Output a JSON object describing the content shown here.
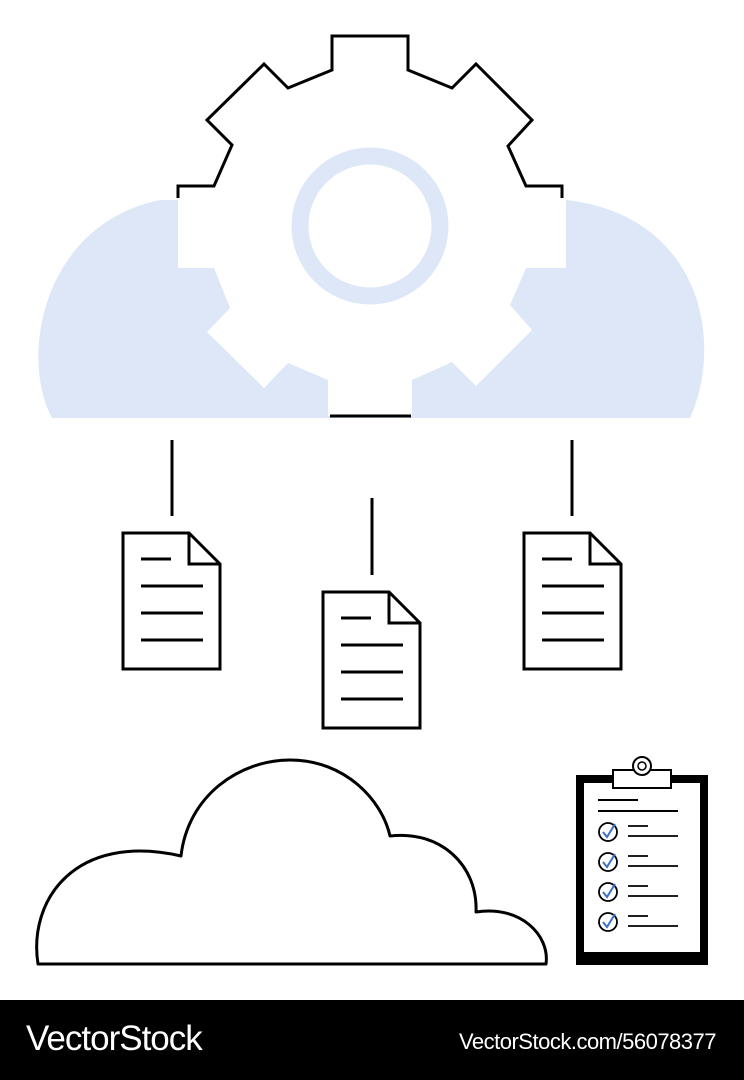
{
  "colors": {
    "background": "#ffffff",
    "stroke": "#000000",
    "accent_fill": "#dde7f8",
    "check_mark": "#3a73c9",
    "footer_background": "#000000",
    "footer_text": "#ffffff"
  },
  "illustration": {
    "icons": [
      "cloud-icon",
      "gear-icon",
      "document-icon",
      "clipboard-checklist-icon",
      "checkmark-icon"
    ],
    "document_count": 3,
    "checklist_items_count": 4
  },
  "footer": {
    "brand": "VectorStock",
    "stock_id": "VectorStock.com/56078377"
  }
}
